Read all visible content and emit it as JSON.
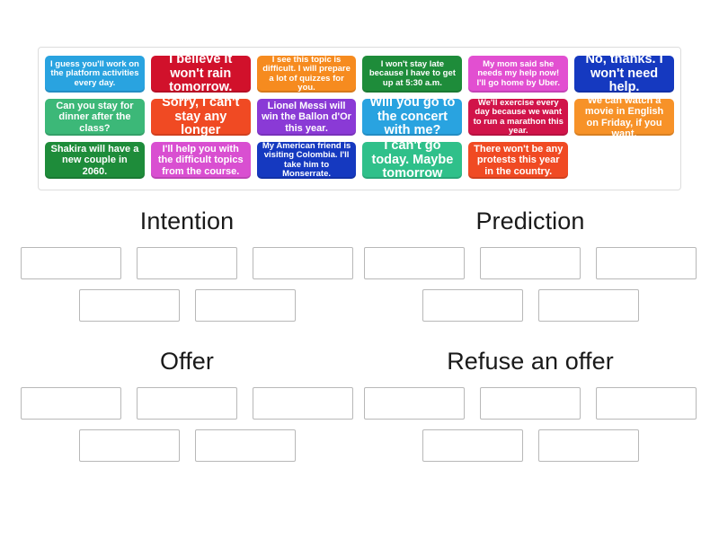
{
  "activity": {
    "type": "group-sort",
    "tile_bank_label": "word-bank"
  },
  "colors": {
    "sky_blue": "#29a3e0",
    "crimson": "#d1112b",
    "orange": "#f68b1f",
    "forest_green": "#1e8c3a",
    "orchid": "#e24fd1",
    "royal_blue": "#1539c0",
    "mint_green": "#3cb878",
    "vermilion": "#f04a23",
    "violet": "#8a3ad6",
    "azure": "#29a3e0",
    "ruby": "#d1144a",
    "amber": "#f79228",
    "emerald": "#1e8c3a",
    "magenta": "#d94fd1",
    "indigo": "#1539c0",
    "jade": "#2fc08a",
    "tomato": "#f04a23",
    "slot_border": "#b8b8b8",
    "bank_border": "#dddddd",
    "title_text": "#1a1a1a",
    "tile_text": "#ffffff"
  },
  "tiles": [
    [
      {
        "text": "I guess you'll work on the platform activities every day.",
        "color": "#29a3e0",
        "size": "fs-sm"
      },
      {
        "text": "I believe it won't rain tomorrow.",
        "color": "#d1112b",
        "size": "fs-lg"
      },
      {
        "text": "I see this topic is difficult. I will prepare a lot of quizzes for you.",
        "color": "#f68b1f",
        "size": "fs-sm"
      },
      {
        "text": "I won't stay late because I have to get up at 5:30 a.m.",
        "color": "#1e8c3a",
        "size": "fs-sm"
      },
      {
        "text": "My mom said she needs my help now! I'll go home by Uber.",
        "color": "#e24fd1",
        "size": "fs-sm"
      },
      {
        "text": "No, thanks. I won't need help.",
        "color": "#1539c0",
        "size": "fs-lg"
      }
    ],
    [
      {
        "text": "Can you stay for dinner after the class?",
        "color": "#3cb878",
        "size": "fs-md"
      },
      {
        "text": "Sorry, I can't stay any longer",
        "color": "#f04a23",
        "size": "fs-lg"
      },
      {
        "text": "Lionel Messi will win the Ballon d'Or this year.",
        "color": "#8a3ad6",
        "size": "fs-md"
      },
      {
        "text": "Will you go to the concert with me?",
        "color": "#29a3e0",
        "size": "fs-lg"
      },
      {
        "text": "We'll exercise every day because we want to run a marathon this year.",
        "color": "#d1144a",
        "size": "fs-sm"
      },
      {
        "text": "We can watch a movie in English on Friday, if you want.",
        "color": "#f79228",
        "size": "fs-md"
      }
    ],
    [
      {
        "text": "Shakira will have a new couple in 2060.",
        "color": "#1e8c3a",
        "size": "fs-md"
      },
      {
        "text": "I'll help you with the difficult topics from the course.",
        "color": "#d94fd1",
        "size": "fs-md"
      },
      {
        "text": "My American friend is visiting Colombia. I'll take him to Monserrate.",
        "color": "#1539c0",
        "size": "fs-sm"
      },
      {
        "text": "I can't go today. Maybe tomorrow",
        "color": "#2fc08a",
        "size": "fs-lg"
      },
      {
        "text": "There won't be any protests this year in the country.",
        "color": "#f04a23",
        "size": "fs-md"
      },
      {
        "text": "",
        "color": "transparent",
        "size": "fs-md",
        "empty": true
      }
    ]
  ],
  "categories": [
    {
      "title": "Intention",
      "slots_row1": 3,
      "slots_row2": 2
    },
    {
      "title": "Prediction",
      "slots_row1": 3,
      "slots_row2": 2
    },
    {
      "title": "Offer",
      "slots_row1": 3,
      "slots_row2": 2
    },
    {
      "title": "Refuse an offer",
      "slots_row1": 3,
      "slots_row2": 2
    }
  ]
}
